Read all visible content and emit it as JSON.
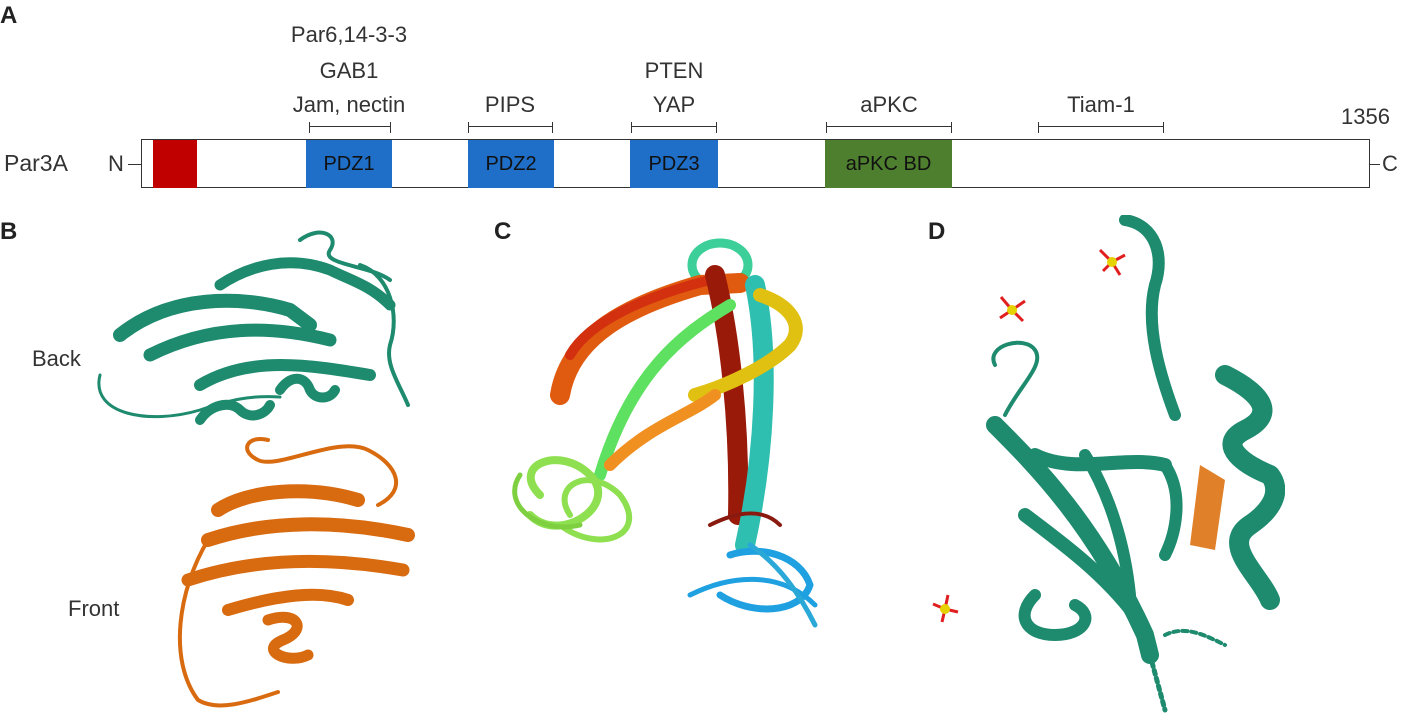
{
  "panels": {
    "a": "A",
    "b": "B",
    "c": "C",
    "d": "D"
  },
  "protein": {
    "name": "Par3A",
    "n_term": "N",
    "c_term": "C",
    "length_label": "1356",
    "domains": [
      {
        "label": "",
        "color": "#c00000"
      },
      {
        "label": "PDZ1",
        "color": "#1f6fc8"
      },
      {
        "label": "PDZ2",
        "color": "#1f6fc8"
      },
      {
        "label": "PDZ3",
        "color": "#1f6fc8"
      },
      {
        "label": "aPKC BD",
        "color": "#4e7f2e"
      }
    ],
    "binding_partners": [
      {
        "lines": [
          "Par6,14-3-3",
          "GAB1",
          "Jam, nectin"
        ]
      },
      {
        "lines": [
          "PIPS"
        ]
      },
      {
        "lines": [
          "PTEN",
          "YAP"
        ]
      },
      {
        "lines": [
          "aPKC"
        ]
      },
      {
        "lines": [
          "Tiam-1"
        ]
      }
    ]
  },
  "panel_b": {
    "back_label": "Back",
    "front_label": "Front",
    "back_color": "#1e8a6e",
    "front_color": "#d86a10"
  },
  "panel_d": {
    "ribbon_color": "#1e8a6e",
    "peptide_color": "#e0812a",
    "sulfate_s": "#e6d200",
    "sulfate_o": "#e02020"
  }
}
